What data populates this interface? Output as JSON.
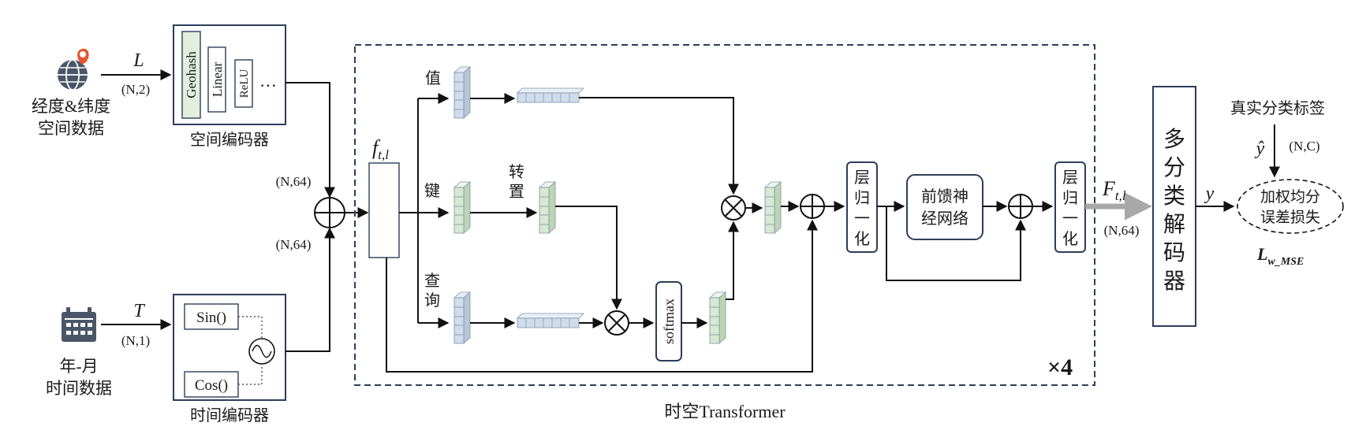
{
  "inputs": {
    "spatial": {
      "symbol": "L",
      "shape": "(N,2)",
      "caption_line1": "经度&纬度",
      "caption_line2": "空间数据"
    },
    "temporal": {
      "symbol": "T",
      "shape": "(N,1)",
      "caption_line1": "年-月",
      "caption_line2": "时间数据"
    }
  },
  "spatial_encoder": {
    "title": "空间编码器",
    "layers": [
      "Geohash",
      "Linear",
      "ReLU"
    ],
    "ellipsis": "…"
  },
  "time_encoder": {
    "title": "时间编码器",
    "sin": "Sin()",
    "cos": "Cos()"
  },
  "fusion": {
    "shape_top": "(N,64)",
    "shape_bottom": "(N,64)"
  },
  "transformer": {
    "title": "时空Transformer",
    "repeat": "×4",
    "feature": {
      "base": "f",
      "sub": "t,l"
    },
    "value": "值",
    "key": "键",
    "query_line1": "查",
    "query_line2": "询",
    "transpose_line1": "转",
    "transpose_line2": "置",
    "softmax": "softmax",
    "layernorm1": [
      "层",
      "归",
      "一",
      "化"
    ],
    "layernorm2": [
      "层",
      "归",
      "一",
      "化"
    ],
    "ffn_line1": "前馈神",
    "ffn_line2": "经网络"
  },
  "output": {
    "base": "F",
    "sub": "t,l",
    "shape": "(N,64)"
  },
  "decoder": {
    "chars": [
      "多",
      "分",
      "类",
      "解",
      "码",
      "器"
    ]
  },
  "loss": {
    "label_title": "真实分类标签",
    "yhat": "ŷ",
    "label_shape": "(N,C)",
    "y": "y",
    "line1": "加权均分",
    "line2": "误差损失",
    "symbol_base": "L",
    "symbol_sub": "w_MSE"
  },
  "colors": {
    "frame": "#2c3e5a",
    "geohash_fill": "#e3eedd",
    "cube_blue": "#cfdcec",
    "cube_green": "#d7e8d3",
    "cube_edge": "#8292a6",
    "output_arrow": "#a8a8a8"
  }
}
